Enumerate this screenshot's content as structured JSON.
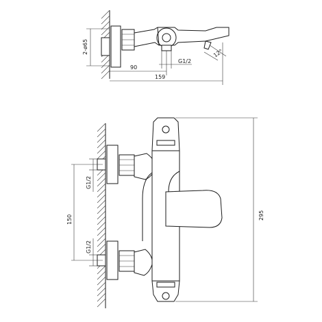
{
  "dimensions": {
    "hole_spec": "2-ø65",
    "connection_top": "G1/2",
    "center_offset": "90",
    "overall_projection": "159",
    "spout_angle": "12°",
    "inlet_spacing": "150",
    "inlet_upper": "G1/2",
    "inlet_lower": "G1/2",
    "overall_height": "295"
  }
}
